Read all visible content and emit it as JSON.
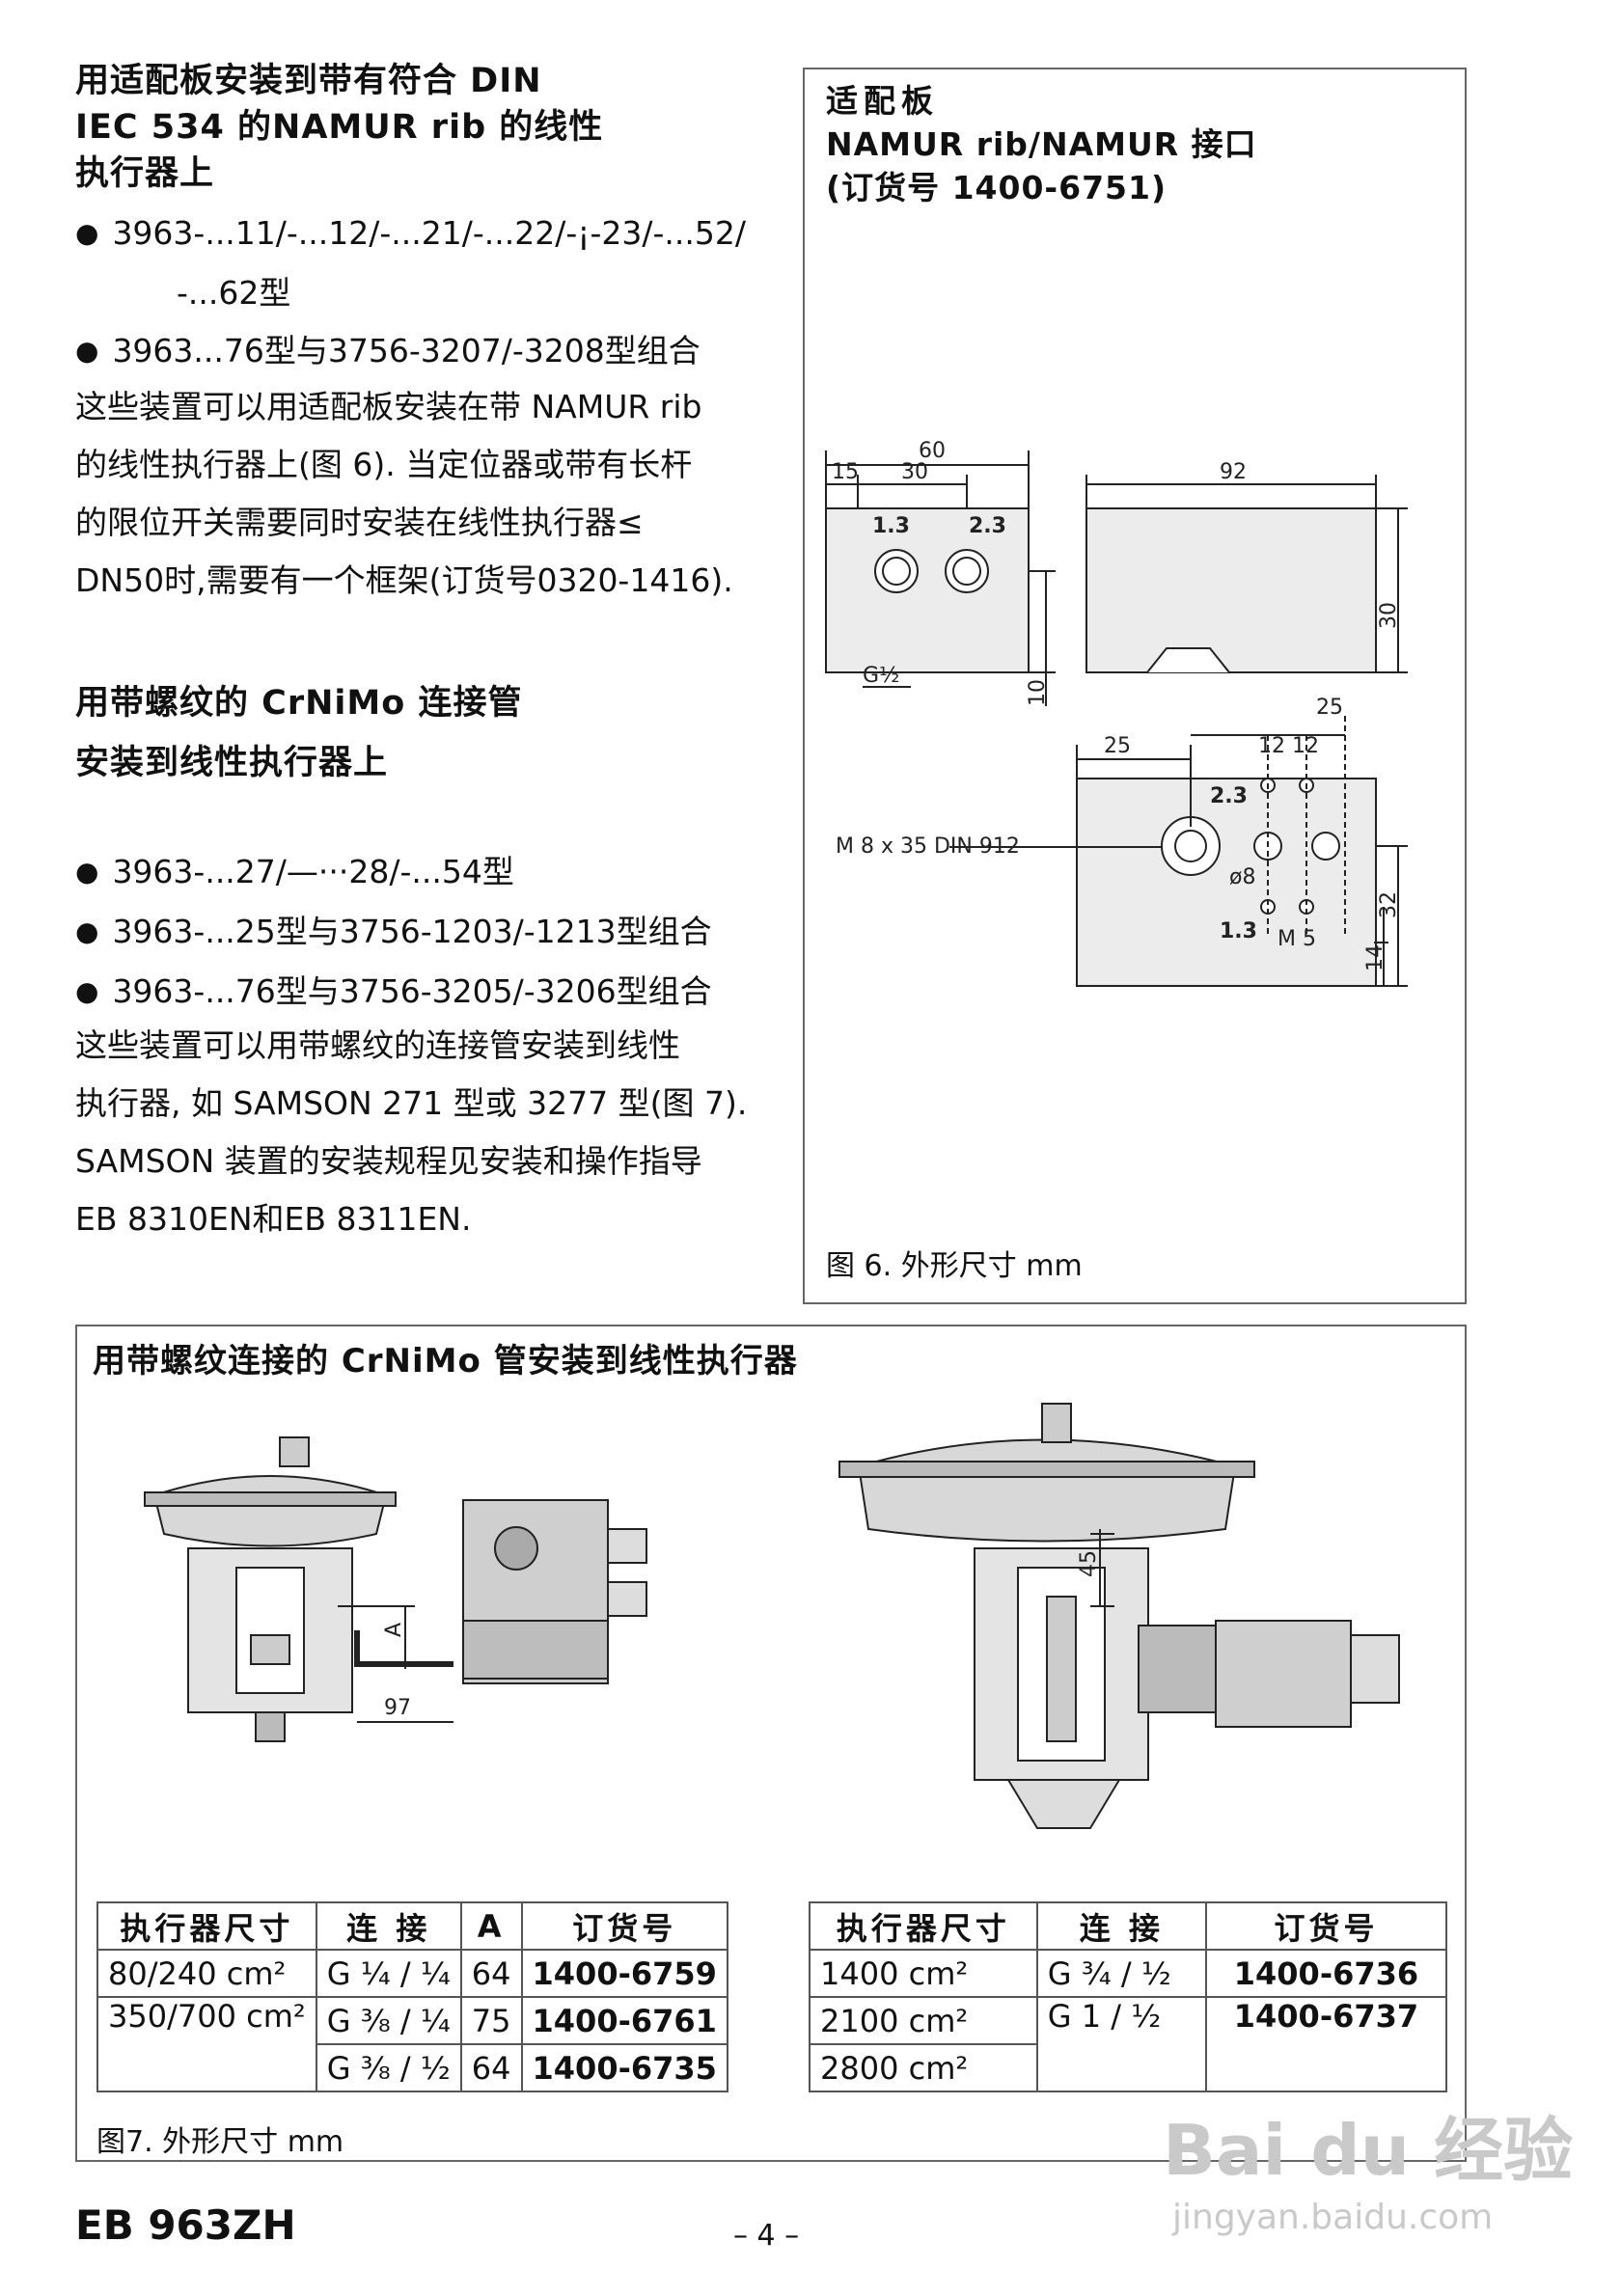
{
  "left": {
    "heading1": [
      "用适配板安装到带有符合 DIN",
      "IEC 534 的NAMUR rib 的线性",
      "执行器上"
    ],
    "bullets1": [
      "3963-...11/-...12/-...21/-...22/-¡-23/-...52/",
      "-...62型",
      "3963...76型与3756-3207/-3208型组合"
    ],
    "para1": [
      "这些装置可以用适配板安装在带 NAMUR rib",
      "的线性执行器上(图 6). 当定位器或带有长杆",
      "的限位开关需要同时安装在线性执行器≤",
      "DN50时,需要有一个框架(订货号0320-1416)."
    ],
    "heading2": [
      "用带螺纹的 CrNiMo 连接管",
      "安装到线性执行器上"
    ],
    "bullets2": [
      "3963-...27/—···28/-...54型",
      "3963-...25型与3756-1203/-1213型组合",
      "3963-...76型与3756-3205/-3206型组合"
    ],
    "para2": [
      "这些装置可以用带螺纹的连接管安装到线性",
      "执行器, 如 SAMSON 271 型或 3277 型(图 7).",
      "SAMSON 装置的安装规程见安装和操作指导",
      "EB 8310EN和EB 8311EN."
    ]
  },
  "fig6": {
    "title": [
      "适配板",
      "NAMUR rib/NAMUR 接口",
      "(订货号 1400-6751)"
    ],
    "dims": {
      "d60": "60",
      "d15": "15",
      "d30": "30",
      "d92": "92",
      "d30v": "30",
      "d10": "10",
      "port13": "1.3",
      "port23": "2.3",
      "thread": "G¹⁄₂",
      "d25a": "25",
      "d25b": "25",
      "d12a": "12",
      "d12b": "12",
      "d32": "32",
      "d14": "14",
      "phi8": "ø8",
      "m5": "M 5",
      "bolt": "M 8 x 35 DIN 912",
      "port23b": "2.3",
      "port13b": "1.3"
    },
    "caption": "图 6. 外形尺寸 mm"
  },
  "fig7": {
    "title": "用带螺纹连接的 CrNiMo 管安装到线性执行器",
    "dimA": "A",
    "dim97": "97",
    "dim45": "45",
    "table1": {
      "headers": [
        "执行器尺寸",
        "连 接",
        "A",
        "订货号"
      ],
      "rows": [
        [
          "80/240 cm²",
          "G ¹⁄₄ / ¹⁄₄",
          "64",
          "1400-6759"
        ],
        [
          "350/700 cm²",
          "G ³⁄₈ / ¹⁄₄",
          "75",
          "1400-6761"
        ],
        [
          "",
          "G ³⁄₈ / ¹⁄₂",
          "64",
          "1400-6735"
        ]
      ]
    },
    "table2": {
      "headers": [
        "执行器尺寸",
        "连 接",
        "订货号"
      ],
      "rows": [
        [
          "1400 cm²",
          "G ³⁄₄ / ¹⁄₂",
          "1400-6736"
        ],
        [
          "2100 cm²",
          "G 1 / ¹⁄₂",
          "1400-6737"
        ],
        [
          "2800 cm²",
          "",
          ""
        ]
      ]
    },
    "caption": "图7. 外形尺寸 mm"
  },
  "footer": {
    "doc": "EB 963ZH",
    "page": "– 4 –"
  },
  "watermark": {
    "logo": "Bai du 经验",
    "url": "jingyan.baidu.com"
  }
}
